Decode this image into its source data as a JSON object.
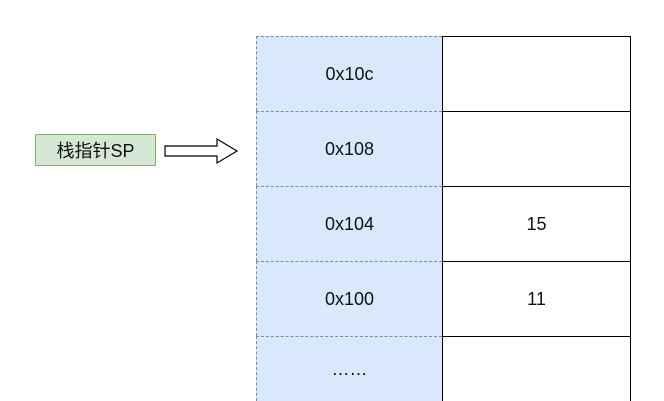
{
  "stack": {
    "rows": [
      {
        "address": "0x10c",
        "value": ""
      },
      {
        "address": "0x108",
        "value": ""
      },
      {
        "address": "0x104",
        "value": "15"
      },
      {
        "address": "0x100",
        "value": "11"
      },
      {
        "address": "……",
        "value": ""
      }
    ]
  },
  "pointer": {
    "label": "栈指针SP"
  },
  "colors": {
    "address_fill": "#dae8fc",
    "address_border": "#6c8ebf",
    "label_fill": "#d5e8d4",
    "label_border": "#82b366"
  }
}
